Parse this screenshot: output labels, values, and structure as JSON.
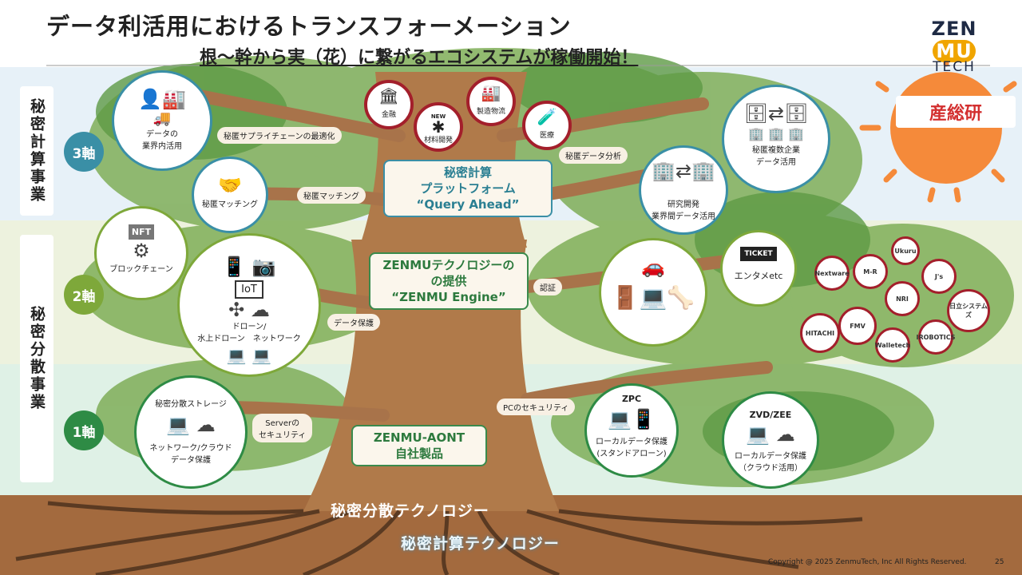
{
  "header": {
    "title": "データ利活用におけるトランスフォーメーション",
    "subtitle": "根～幹から実（花）に繋がるエコシステムが稼働開始！",
    "logo_top_zen": "ZEN",
    "logo_top_mu": "MU",
    "logo_bottom": "TECH"
  },
  "left_sidebar": {
    "computation_business": "秘密計算事業",
    "distribution_business": "秘密分散事業",
    "axis3": "3軸",
    "axis2": "2軸",
    "axis1": "1軸"
  },
  "sponsor": {
    "label": "産総研"
  },
  "center": {
    "platform_line1": "秘密計算",
    "platform_line2": "プラットフォーム",
    "platform_line3": "“Query Ahead”",
    "engine_line1": "ZENMUテクノロジーの",
    "engine_line2": "の提供",
    "engine_line3": "“ZENMU Engine”",
    "aont_line1": "ZENMU-AONT",
    "aont_line2": "自社製品"
  },
  "tier3": {
    "circle_inhouse_line1": "データの",
    "circle_inhouse_line2": "業界内活用",
    "pill_supply_chain": "秘匿サプライチェーンの最適化",
    "circle_matching": "秘匿マッチング",
    "pill_matching": "秘匿マッチング",
    "red_finance": "金融",
    "red_materials": "材料開発",
    "red_materials_badge": "NEW",
    "red_logistics": "製造物流",
    "red_medical": "医療",
    "pill_analysis": "秘匿データ分析",
    "circle_research_line1": "研究開発",
    "circle_research_line2": "業界間データ活用",
    "circle_multi_line1": "秘匿複数企業",
    "circle_multi_line2": "データ活用"
  },
  "tier2": {
    "circle_blockchain": "ブロックチェーン",
    "nft": "NFT",
    "iot": "IoT",
    "drone_line1": "ドローン/",
    "drone_line2": "水上ドローン",
    "network": "ネットワーク",
    "pill_data_protection": "データ保護",
    "pill_auth": "認証",
    "circle_entertainment": "エンタメetc",
    "ticket": "TICKET",
    "partners": [
      "Nextware",
      "M-R",
      "Ukuru",
      "J's",
      "NRI",
      "日立システムズ",
      "HITACHI",
      "FMV",
      "Walletech",
      "IROBOTICS"
    ]
  },
  "tier1": {
    "circle_storage_title": "秘密分散ストレージ",
    "circle_storage_line1": "ネットワーク/クラウド",
    "circle_storage_line2": "データ保護",
    "pill_server_line1": "Serverの",
    "pill_server_line2": "セキュリティ",
    "pill_pc": "PCのセキュリティ",
    "circle_zpc_title": "ZPC",
    "circle_zpc_line1": "ローカルデータ保護",
    "circle_zpc_line2": "(スタンドアローン)",
    "circle_zvd_title": "ZVD/ZEE",
    "circle_zvd_line1": "ローカルデータ保護",
    "circle_zvd_line2": "（クラウド活用）"
  },
  "roots": {
    "distribution_tech": "秘密分散テクノロジー",
    "computation_tech": "秘密計算テクノロジー"
  },
  "footer": {
    "copyright": "Copyright @ 2025 ZenmuTech, Inc All Rights Reserved.",
    "page": "25"
  },
  "colors": {
    "axis3": "#3a8fa6",
    "axis2": "#7ea83a",
    "axis1": "#2e8b45",
    "accent_red": "#a31f2b",
    "sun": "#f58a3a"
  }
}
